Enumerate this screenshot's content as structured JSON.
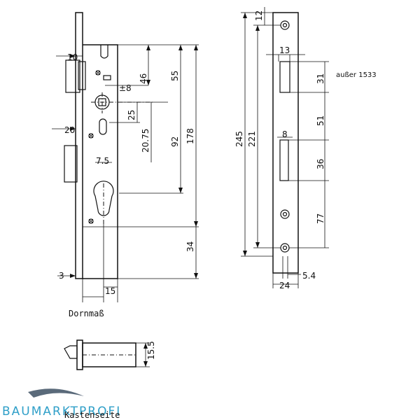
{
  "front": {
    "d10": "10",
    "d46": "46",
    "d55": "55",
    "d8": "±8",
    "d25": "25",
    "d20_75": "20.75",
    "d92": "92",
    "d178": "178",
    "d20": "20",
    "d7_5": "7.5",
    "d34": "34",
    "d3": "3",
    "d15": "15",
    "caption": "Dornmaß"
  },
  "side": {
    "d12": "12",
    "d13": "13",
    "d31": "31",
    "note": "außer 1533",
    "d51": "51",
    "d245": "245",
    "d221": "221",
    "d8": "8",
    "d36": "36",
    "d77": "77",
    "d24": "24",
    "d5_4": "5.4"
  },
  "top": {
    "d15_5": "15.5"
  },
  "brand": {
    "logo_text": "BAUMARKTPROFI",
    "tagline": "Kastenseite",
    "logo_color": "#2f9fc8",
    "swoosh_color": "#5a6a7a"
  }
}
